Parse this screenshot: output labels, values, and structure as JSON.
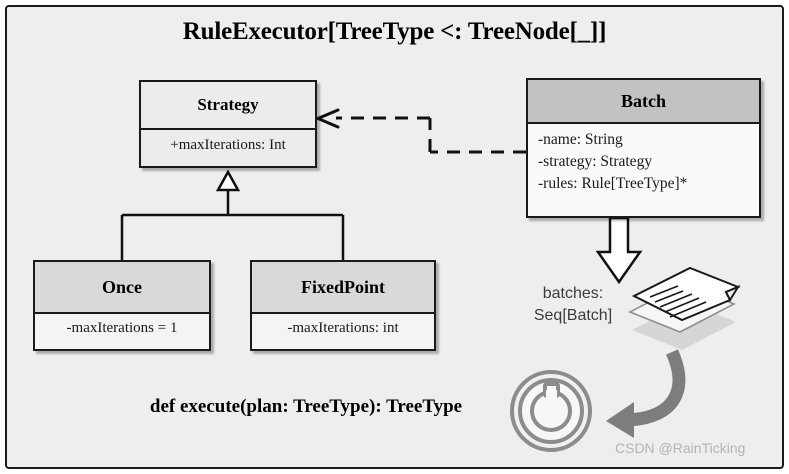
{
  "diagram": {
    "title": "RuleExecutor[TreeType <: TreeNode[_]]",
    "method_signature": "def execute(plan: TreeType): TreeType",
    "watermark": "CSDN @RainTicking",
    "frame_color": "#eeeeee",
    "border_color": "#1a1a1a"
  },
  "classes": {
    "strategy": {
      "name": "Strategy",
      "header_color": "#ececec",
      "body_color": "#ececec",
      "attributes": [
        "+maxIterations: Int"
      ]
    },
    "batch": {
      "name": "Batch",
      "header_color": "#c2c2c2",
      "body_color": "#fafafa",
      "attributes": [
        "-name: String",
        "-strategy: Strategy",
        "-rules: Rule[TreeType]*"
      ]
    },
    "once": {
      "name": "Once",
      "header_color": "#d9d9d9",
      "body_color": "#f4f4f4",
      "attributes": [
        "-maxIterations = 1"
      ]
    },
    "fixedpoint": {
      "name": "FixedPoint",
      "header_color": "#d9d9d9",
      "body_color": "#f4f4f4",
      "attributes": [
        "-maxIterations: int"
      ]
    }
  },
  "annotations": {
    "batches_label_line1": "batches:",
    "batches_label_line2": "Seq[Batch]"
  },
  "icons": {
    "documents_stack": "documents-stack-icon",
    "engine": "engine-ring-icon",
    "dependency_arrow": "dashed-dependency-arrow",
    "inheritance_arrow": "hollow-triangle-inheritance-arrow",
    "block_arrow": "hollow-block-down-arrow",
    "curved_arrow": "curved-gray-arrow"
  }
}
